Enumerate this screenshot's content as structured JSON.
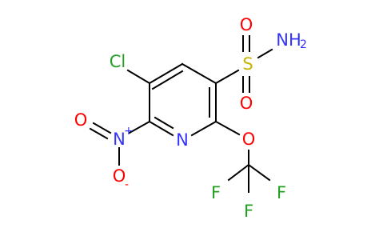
{
  "molecule": {
    "atoms": {
      "cl": "Cl",
      "n_ring": "N",
      "n_nitro": "N",
      "nitro_o1": "O",
      "nitro_o2": "O",
      "s": "S",
      "so_top": "O",
      "so_bottom": "O",
      "nh2_n": "NH",
      "nh2_sub": "2",
      "ether_o": "O",
      "f_left": "F",
      "f_right": "F",
      "f_bottom": "F",
      "plus": "+",
      "minus": "-"
    },
    "colors": {
      "chlorine": "#22a022",
      "nitrogen": "#3333ff",
      "oxygen": "#ff0000",
      "sulfur": "#c8b400",
      "fluorine": "#22a022",
      "bond": "#000000"
    }
  }
}
